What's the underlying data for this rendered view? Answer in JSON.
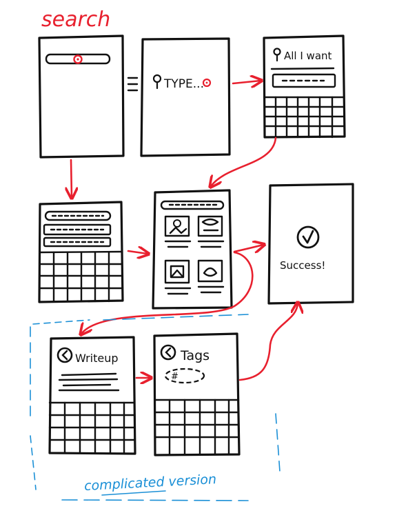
{
  "title": "search",
  "screens": {
    "type_label": "TYPE...",
    "all_i_want_label": "All I want",
    "success_label": "Success!",
    "writeup_label": "Writeup",
    "tags_label": "Tags",
    "tag_chip": "#"
  },
  "group_label": "complicated version",
  "colors": {
    "ink": "#111111",
    "accent_red": "#e8202e",
    "group_blue": "#1a8fd6"
  }
}
